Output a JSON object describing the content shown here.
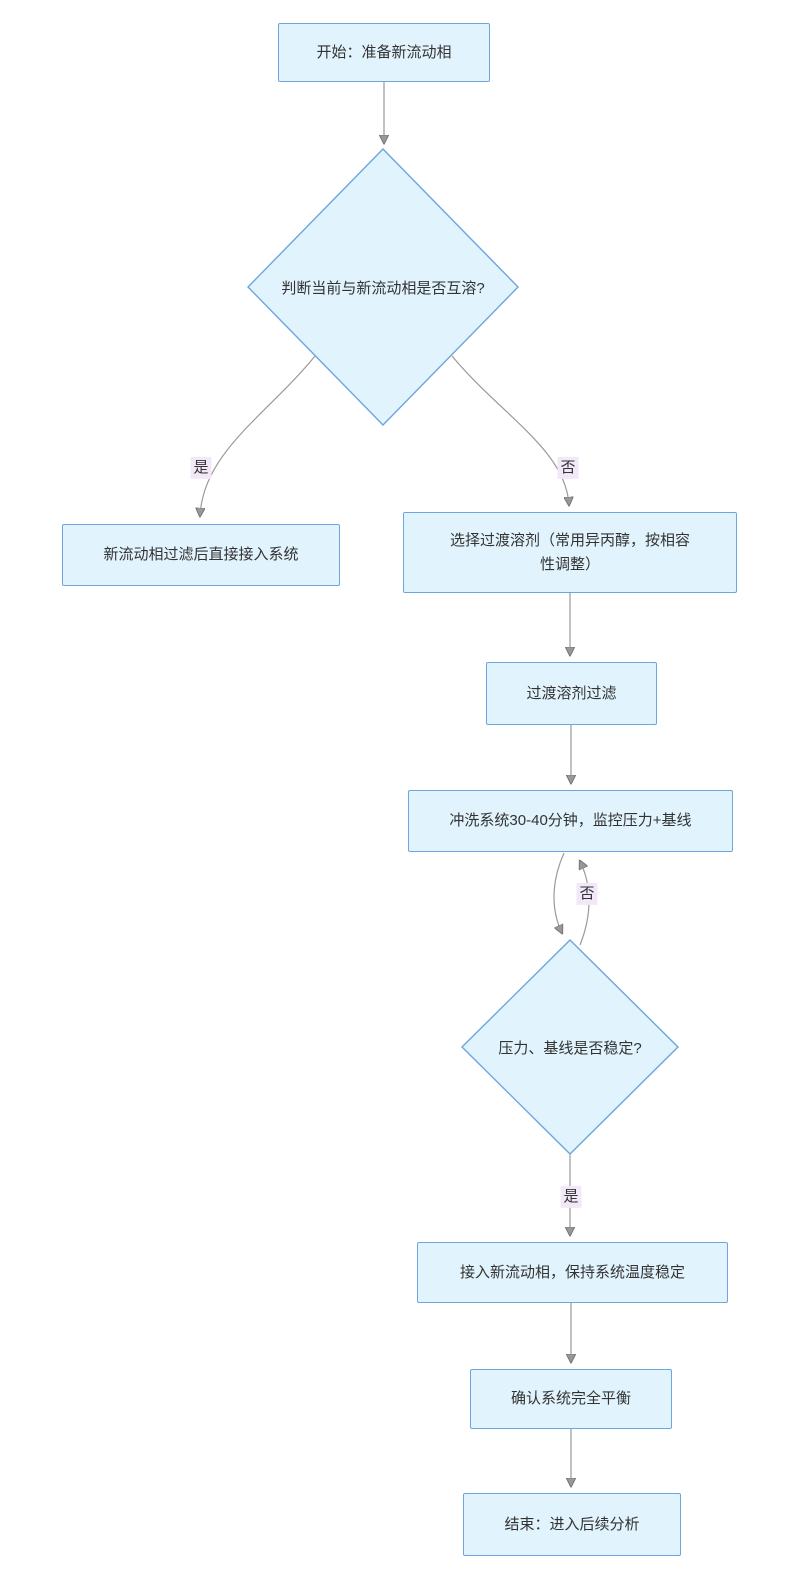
{
  "flowchart": {
    "nodes": {
      "start": "开始：准备新流动相",
      "decision_miscible": "判断当前与新流动相是否互溶?",
      "direct_connect": "新流动相过滤后直接接入系统",
      "choose_transition": "选择过渡溶剂（常用异丙醇，按相容性调整）",
      "filter_transition": "过渡溶剂过滤",
      "flush_system": "冲洗系统30-40分钟，监控压力+基线",
      "decision_stable": "压力、基线是否稳定?",
      "connect_new_phase": "接入新流动相，保持系统温度稳定",
      "confirm_balance": "确认系统完全平衡",
      "end": "结束：进入后续分析"
    },
    "edge_labels": {
      "miscible_yes": "是",
      "miscible_no": "否",
      "stable_no": "否",
      "stable_yes": "是"
    },
    "colors": {
      "node_fill": "#E1F3FC",
      "node_border": "#6CA6DD",
      "edge_line": "#9A9A9A",
      "arrow_fill": "#98989B",
      "edge_label_bg": "#F2E8F7",
      "text": "#333333",
      "canvas_bg": "#FFFFFF"
    }
  }
}
